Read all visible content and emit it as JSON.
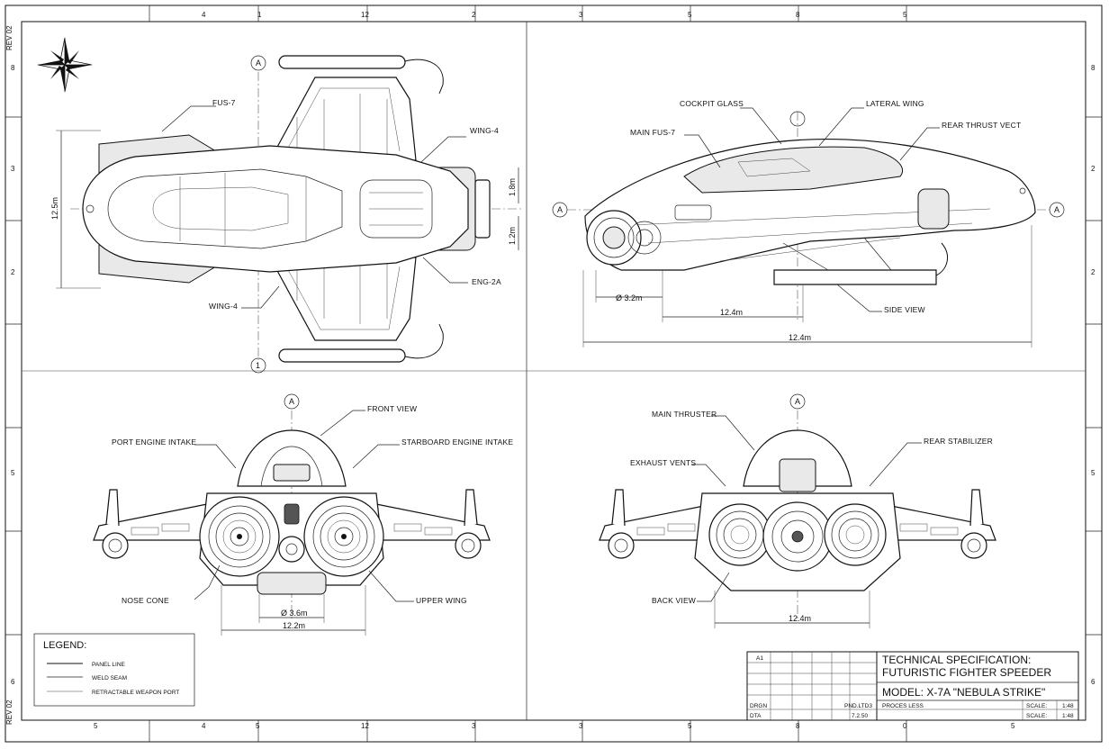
{
  "revision": {
    "top": "REV 02",
    "bottom": "REV 02"
  },
  "ruler": {
    "top": [
      "4",
      "1",
      "12",
      "2",
      "3",
      "5",
      "8",
      "5"
    ],
    "bottom": [
      "5",
      "4",
      "5",
      "12",
      "3",
      "3",
      "5",
      "8",
      "0",
      "5"
    ],
    "left": [
      "8",
      "3",
      "2",
      "5",
      "6"
    ],
    "right": [
      "8",
      "2",
      "2",
      "5",
      "6"
    ]
  },
  "top_view": {
    "labels": {
      "fus": "FUS-7",
      "wing_upper": "WING-4",
      "wing_lower": "WING-4",
      "engine": "ENG-2A"
    },
    "dims": {
      "length": "12.5m",
      "engine_height": "1.8m",
      "engine_width": "1.2m"
    },
    "datums": {
      "top": "A",
      "bottom": "1"
    }
  },
  "side_view": {
    "labels": {
      "cockpit": "COCKPIT GLASS",
      "lateral_wing": "LATERAL WING",
      "rear_thrust": "REAR THRUST VECT",
      "main_fus": "MAIN FUS-7",
      "title": "SIDE VIEW"
    },
    "dims": {
      "diameter": "Ø 3.2m",
      "mid": "12.4m",
      "overall": "12.4m"
    },
    "datums": {
      "left": "A",
      "right": "A",
      "top": ""
    }
  },
  "front_view": {
    "labels": {
      "title": "FRONT VIEW",
      "port": "PORT ENGINE INTAKE",
      "starboard": "STARBOARD ENGINE INTAKE",
      "nose": "NOSE CONE",
      "upper_wing": "UPPER WING"
    },
    "dims": {
      "diameter": "Ø 3.6m",
      "span": "12.2m"
    },
    "datums": {
      "top": "A"
    }
  },
  "back_view": {
    "labels": {
      "main_thruster": "MAIN THRUSTER",
      "rear_stabilizer": "REAR STABILIZER",
      "exhaust": "EXHAUST VENTS",
      "title": "BACK VIEW"
    },
    "dims": {
      "span": "12.4m"
    },
    "datums": {
      "top": "A"
    }
  },
  "legend": {
    "title": "LEGEND:",
    "items": [
      "PANEL LINE",
      "WELD SEAM",
      "RETRACTABLE WEAPON PORT"
    ]
  },
  "title_block": {
    "line1": "TECHNICAL SPECIFICATION:",
    "line2": "FUTURISTIC FIGHTER SPEEDER",
    "model": "MODEL: X-7A \"NEBULA STRIKE\"",
    "rev_cell": "A1",
    "draw_cells": [
      "DRGN",
      "DTA"
    ],
    "mid_cells": [
      "PND.LTD3",
      "7.2.50"
    ],
    "process": "PROCES LESS",
    "scale_label": "SCALE:",
    "scale_value": "1:48",
    "scale_label_2": "SCALE:",
    "scale_value_2": "1:48"
  },
  "colors": {
    "ink": "#111111",
    "paper": "#ffffff"
  }
}
